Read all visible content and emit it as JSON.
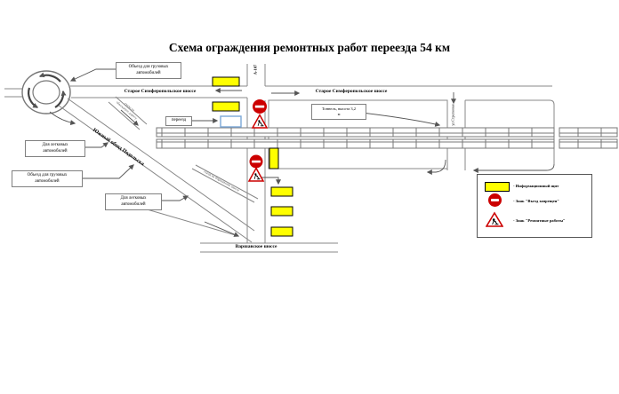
{
  "title": "Схема ограждения ремонтных работ переезда 54 км",
  "roads": {
    "old_simferopol": "Старое Симферопольское шоссе",
    "a107": "А-107",
    "south_bypass": "Южный обход Подольска",
    "varshavskoe": "Варшавское шоссе",
    "side_street": "ул.Стрелковая"
  },
  "callouts": {
    "truck_detour_top_l1": "Объезд для грузовых",
    "truck_detour_top_l2": "автомобилей",
    "cars_upper_l1": "Для легковых",
    "cars_upper_l2": "автомобилей",
    "truck_detour_left_l1": "Объезд для грузовых",
    "truck_detour_left_l2": "автомобилей",
    "cars_lower_l1": "Для легковых",
    "cars_lower_l2": "автомобилей",
    "crossing": "переезд",
    "tunnel_l1": "Тоннель, высота 3,2",
    "tunnel_l2": "м"
  },
  "ramp_notes": {
    "to_bypass_l1": "съезд на",
    "to_bypass_l2": "объездную дорогу",
    "to_varshavskoe": "съезд на Варшавское шоссе"
  },
  "legend": {
    "info_board": "- Информационный щит",
    "no_entry": "- Знак \"Въезд запрещен\"",
    "road_works": "- Знак \"Ремонтные работы\""
  },
  "colors": {
    "board": "#ffff00",
    "sign_red": "#cc0000",
    "crossing_border": "#7ba7d7"
  }
}
